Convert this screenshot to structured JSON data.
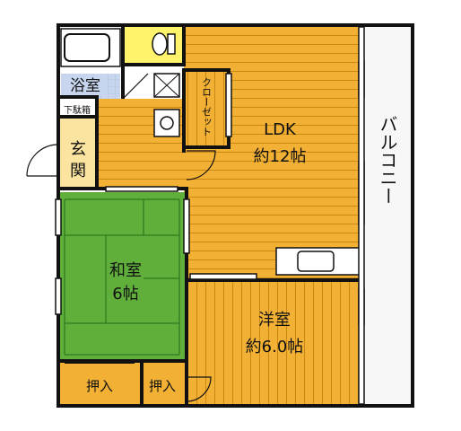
{
  "rooms": {
    "bath": "浴室",
    "shoe_box": "下駄箱",
    "entrance_1": "玄",
    "entrance_2": "関",
    "closet": "クローゼット",
    "ldk_name": "LDK",
    "ldk_size": "約12帖",
    "washitsu_name": "和室",
    "washitsu_size": "6帖",
    "youshitsu_name": "洋室",
    "youshitsu_size": "約6.0帖",
    "oshiire_left": "押入",
    "oshiire_right": "押入",
    "balcony": "バルコニー"
  },
  "colors": {
    "flooring": "#f2b134",
    "flooring_line": "#c98714",
    "tatami": "#5faf3a",
    "tatami_line": "#2f7a1f",
    "bath_tile": "#c7d6ee",
    "toilet": "#fff36b",
    "wall": "#111111",
    "balcony": "#f7f7f7"
  }
}
